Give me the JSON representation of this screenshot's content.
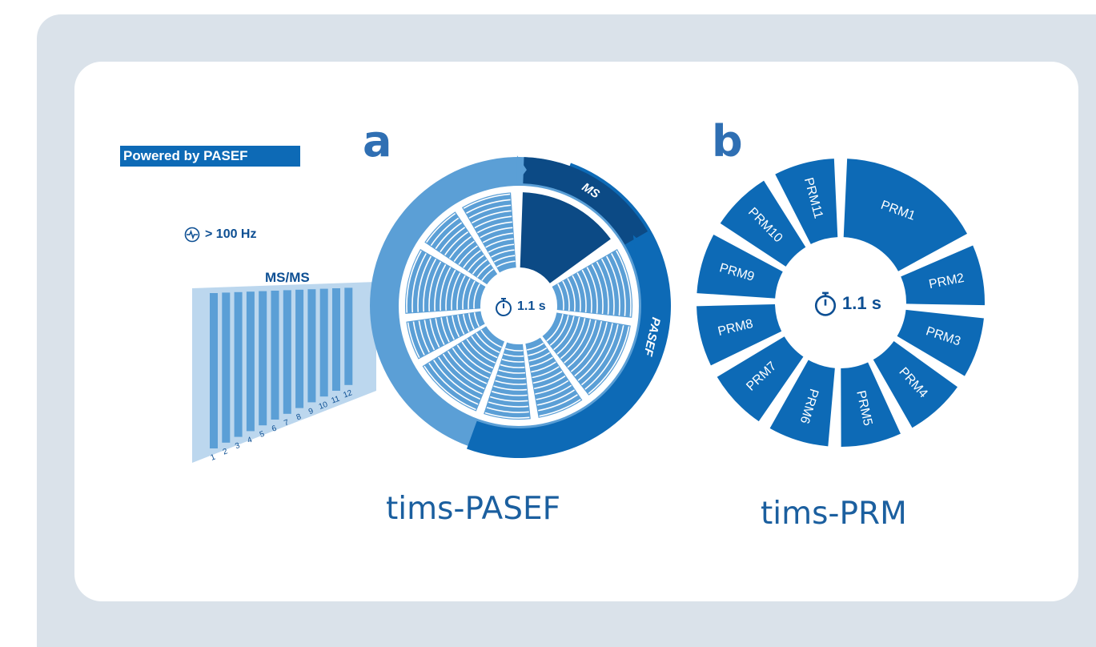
{
  "panels": [
    {
      "letter": "a",
      "title": "tims-PASEF",
      "badge": "Powered by PASEF",
      "frequency": "> 100 Hz",
      "msms_label": "MS/MS",
      "ms_label": "MS",
      "pasef_label": "PASEF",
      "cycle_time": "1.1 s",
      "frame_numbers": [
        "1",
        "2",
        "3",
        "4",
        "5",
        "6",
        "7",
        "8",
        "9",
        "10",
        "11",
        "12"
      ]
    },
    {
      "letter": "b",
      "title": "tims-PRM",
      "cycle_time": "1.1 s",
      "segments": [
        "PRM1",
        "PRM2",
        "PRM3",
        "PRM4",
        "PRM5",
        "PRM6",
        "PRM7",
        "PRM8",
        "PRM9",
        "PRM10",
        "PRM11"
      ]
    }
  ],
  "colors": {
    "frame_background": "#dae2ea",
    "card_background": "#ffffff",
    "primary_blue": "#0d6ab6",
    "dark_blue": "#0c4a85",
    "light_blue": "#5b9fd6",
    "pale_blue": "#bcd7ee",
    "letter_blue": "#2f6fb3"
  },
  "icons": [
    "stopwatch-icon",
    "heartbeat-icon"
  ]
}
